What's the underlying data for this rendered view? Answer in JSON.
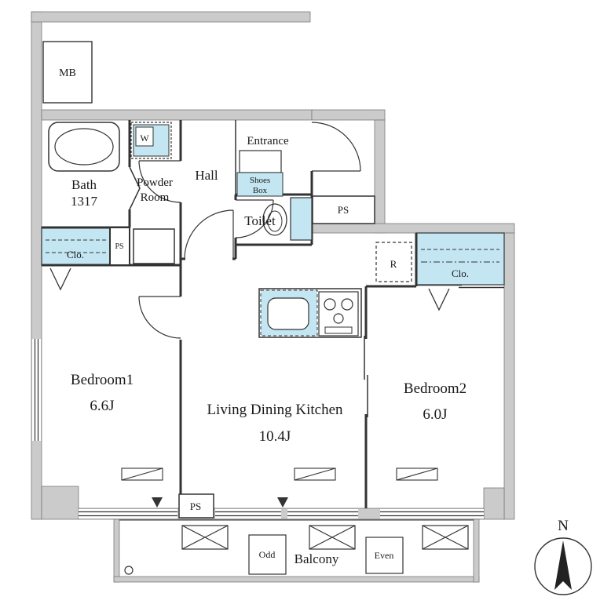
{
  "plan": {
    "colors": {
      "wall_gray": "#cbcbcb",
      "wall_edge": "#7a7a7a",
      "line": "#333333",
      "highlight_blue": "#c3e6f2"
    },
    "labels": {
      "mb": "MB",
      "bath": "Bath",
      "bath_size": "1317",
      "powder1": "Powder",
      "powder2": "Room",
      "washer": "W",
      "hall": "Hall",
      "entrance": "Entrance",
      "shoes1": "Shoes",
      "shoes2": "Box",
      "toilet": "Toilet",
      "ps_right": "PS",
      "ps_left": "PS",
      "ps_bottom": "PS",
      "clo_left": "Clo.",
      "clo_right": "Clo.",
      "fridge": "R",
      "bedroom1": "Bedroom1",
      "bedroom1_size": "6.6J",
      "ldk": "Living Dining Kitchen",
      "ldk_size": "10.4J",
      "bedroom2": "Bedroom2",
      "bedroom2_size": "6.0J",
      "balcony": "Balcony",
      "hatch_odd": "Odd",
      "hatch_even": "Even",
      "north": "N"
    }
  }
}
